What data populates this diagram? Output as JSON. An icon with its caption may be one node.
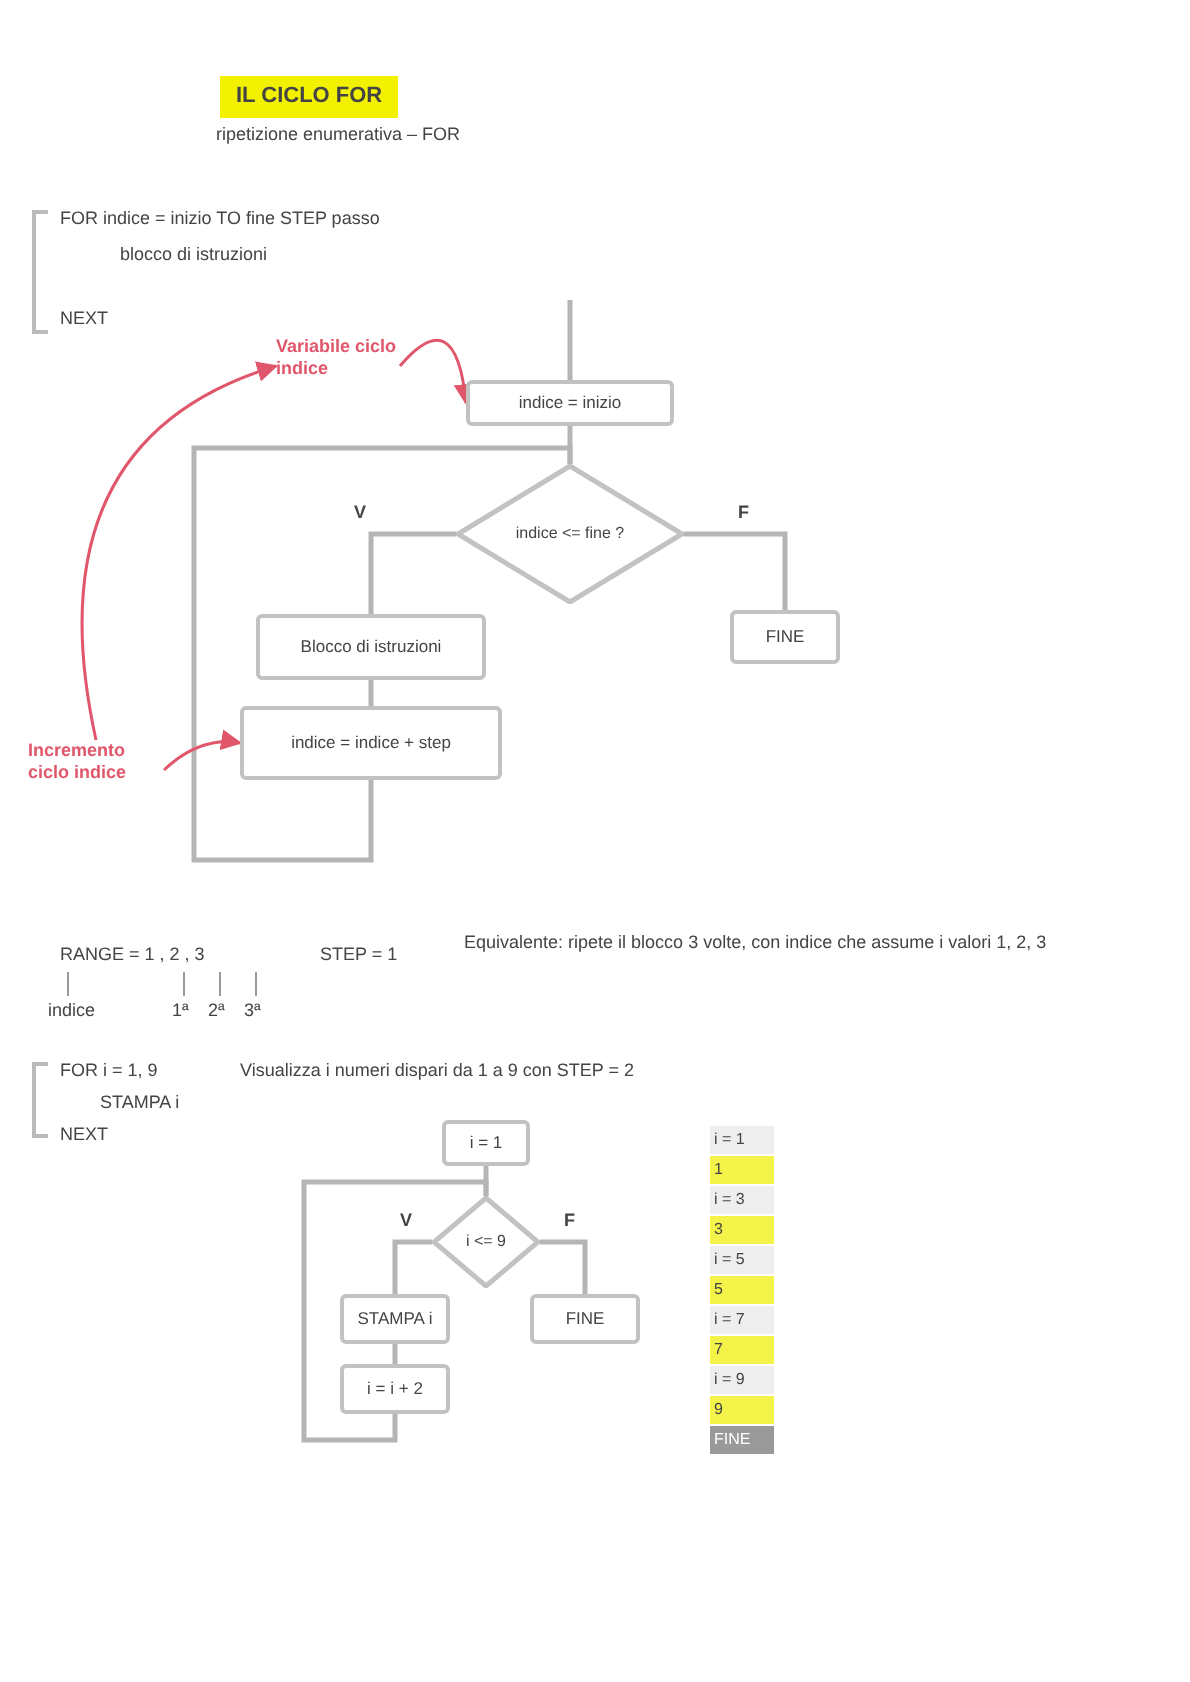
{
  "diagram": {
    "title": "IL CICLO FOR",
    "nodes": [
      {
        "text": [
          "indice = inizio"
        ]
      },
      {
        "text": [
          "indice <= fine ?"
        ]
      },
      {
        "text": [
          "Blocco di istruzioni"
        ]
      },
      {
        "text": [
          "indice = indice + step"
        ]
      },
      {
        "text": [
          "FINE"
        ]
      },
      {
        "text": [
          "Variabile ciclo indice"
        ]
      },
      {
        "text": [
          "Incremento ciclo indice"
        ]
      },
      {
        "text": [
          "i = 1"
        ]
      },
      {
        "text": [
          "i <= 9"
        ]
      },
      {
        "text": [
          "STAMPA i"
        ]
      },
      {
        "text": [
          "FINE"
        ]
      },
      {
        "text": [
          "i = i + 2"
        ]
      }
    ],
    "edges": [
      {
        "from": null,
        "to": 0,
        "arrow": "none"
      },
      {
        "from": 0,
        "to": 1,
        "arrow": "none"
      },
      {
        "from": 1,
        "to": 2,
        "arrow": "none",
        "label": "V"
      },
      {
        "from": 1,
        "to": 4,
        "arrow": "none",
        "label": "F"
      },
      {
        "from": 2,
        "to": 3,
        "arrow": "none"
      },
      {
        "from": 3,
        "to": 1,
        "arrow": "none"
      },
      {
        "from": 5,
        "to": 0,
        "arrow": "to",
        "color": "#e0566b"
      },
      {
        "from": 6,
        "to": 3,
        "arrow": "to",
        "color": "#e0566b"
      },
      {
        "from": 6,
        "to": 5,
        "arrow": "to",
        "color": "#e0566b"
      },
      {
        "from": 7,
        "to": 8,
        "arrow": "none"
      },
      {
        "from": 8,
        "to": 9,
        "arrow": "none",
        "label": "V"
      },
      {
        "from": 8,
        "to": 10,
        "arrow": "none",
        "label": "F"
      },
      {
        "from": 9,
        "to": 11,
        "arrow": "none"
      },
      {
        "from": 11,
        "to": 8,
        "arrow": "none"
      }
    ],
    "labels": [
      "ripetizione enumerativa – FOR",
      "FOR indice = inizio TO fine STEP passo",
      "blocco di istruzioni",
      "NEXT",
      "RANGE = 1 , 2 , 3",
      "STEP = 1",
      "Equivalente: ripete il blocco 3 volte, con indice che assume i valori 1, 2, 3",
      "indice",
      "1ª",
      "2ª",
      "3ª",
      "FOR i = 1, 9",
      "Visualizza i numeri dispari da 1 a 9 con STEP = 2",
      "STAMPA i",
      "NEXT",
      "i = 1",
      "1",
      "i = 3",
      "3",
      "i = 5",
      "5",
      "i = 7",
      "7",
      "i = 9",
      "9",
      "FINE"
    ]
  }
}
